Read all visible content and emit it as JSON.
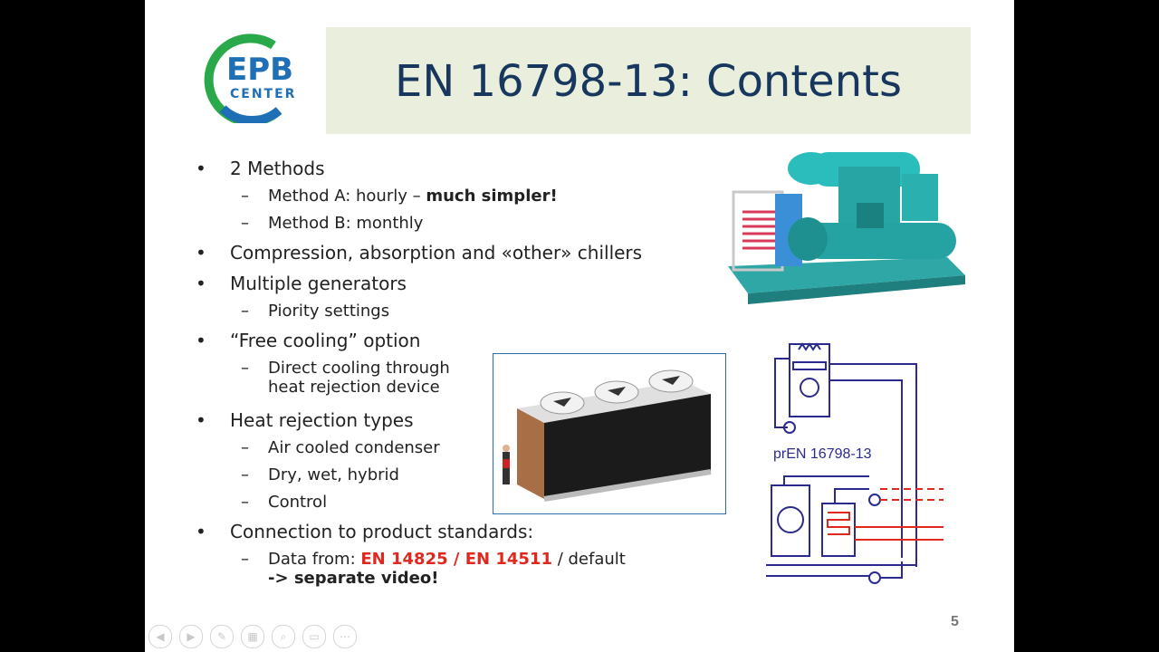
{
  "logo": {
    "top": "EPB",
    "bottom": "CENTER"
  },
  "title": "EN 16798-13: Contents",
  "bullets": [
    {
      "text": "2 Methods"
    },
    {
      "text": "Method A: hourly – ",
      "bold": "much simpler!"
    },
    {
      "text": "Method B: monthly"
    },
    {
      "text": "Compression, absorption and «other» chillers"
    },
    {
      "text": "Multiple generators"
    },
    {
      "text": "Piority settings"
    },
    {
      "text": "“Free cooling” option"
    },
    {
      "line1": "Direct cooling through",
      "line2": "heat rejection device"
    },
    {
      "text": "Heat rejection types"
    },
    {
      "text": "Air cooled condenser"
    },
    {
      "text": "Dry, wet, hybrid"
    },
    {
      "text": "Control"
    },
    {
      "text": "Connection to product standards:"
    },
    {
      "prefix": "Data from: ",
      "red1": "EN 14825",
      "sep": " / ",
      "red2": "EN 14511",
      "suffix": " / default",
      "line2": "-> separate video!"
    }
  ],
  "diagram_label": "prEN 16798-13",
  "page_number": "5",
  "colors": {
    "title": "#17375e",
    "band": "#e9efdc",
    "red": "#e0281f",
    "logo_green": "#2aa94a",
    "logo_blue": "#1e6fb5",
    "diagram": "#2b2b8e"
  },
  "icons": [
    "chiller-photo",
    "dry-cooler-photo",
    "schematic-diagram"
  ]
}
